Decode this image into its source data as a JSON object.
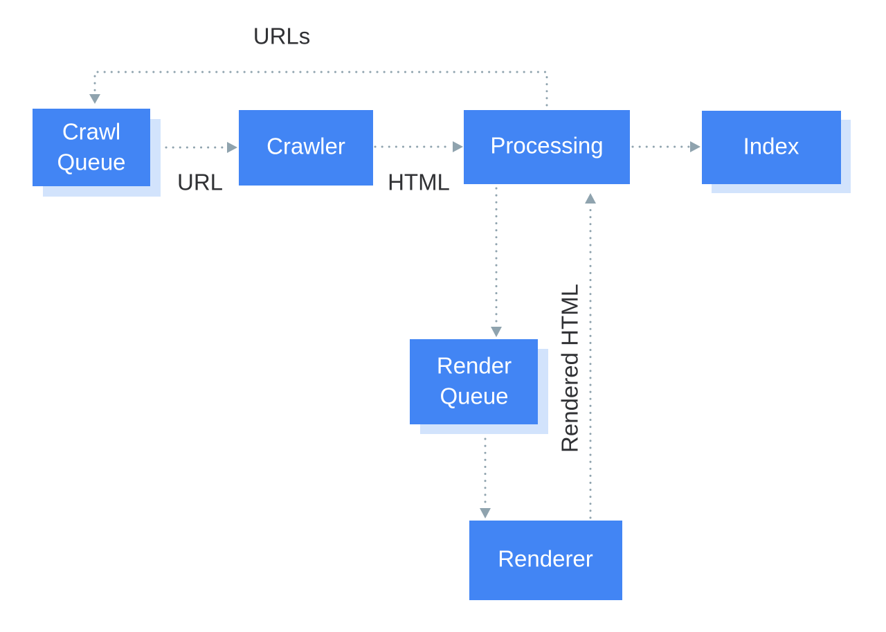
{
  "nodes": {
    "crawl_queue": {
      "line1": "Crawl",
      "line2": "Queue"
    },
    "crawler": {
      "label": "Crawler"
    },
    "processing": {
      "label": "Processing"
    },
    "index": {
      "label": "Index"
    },
    "render_queue": {
      "line1": "Render",
      "line2": "Queue"
    },
    "renderer": {
      "label": "Renderer"
    }
  },
  "edges": {
    "urls_feedback": {
      "label": "URLs"
    },
    "queue_to_crawler": {
      "label": "URL"
    },
    "crawler_to_processing": {
      "label": "HTML"
    },
    "processing_to_index": {
      "label": ""
    },
    "processing_to_render_queue": {
      "label": ""
    },
    "render_queue_to_renderer": {
      "label": ""
    },
    "renderer_to_processing": {
      "label": "Rendered HTML"
    }
  },
  "colors": {
    "node_fill": "#4285f4",
    "node_shadow": "#d2e3fc",
    "node_text": "#ffffff",
    "edge": "#8fa3ae",
    "label_text": "#303134"
  }
}
